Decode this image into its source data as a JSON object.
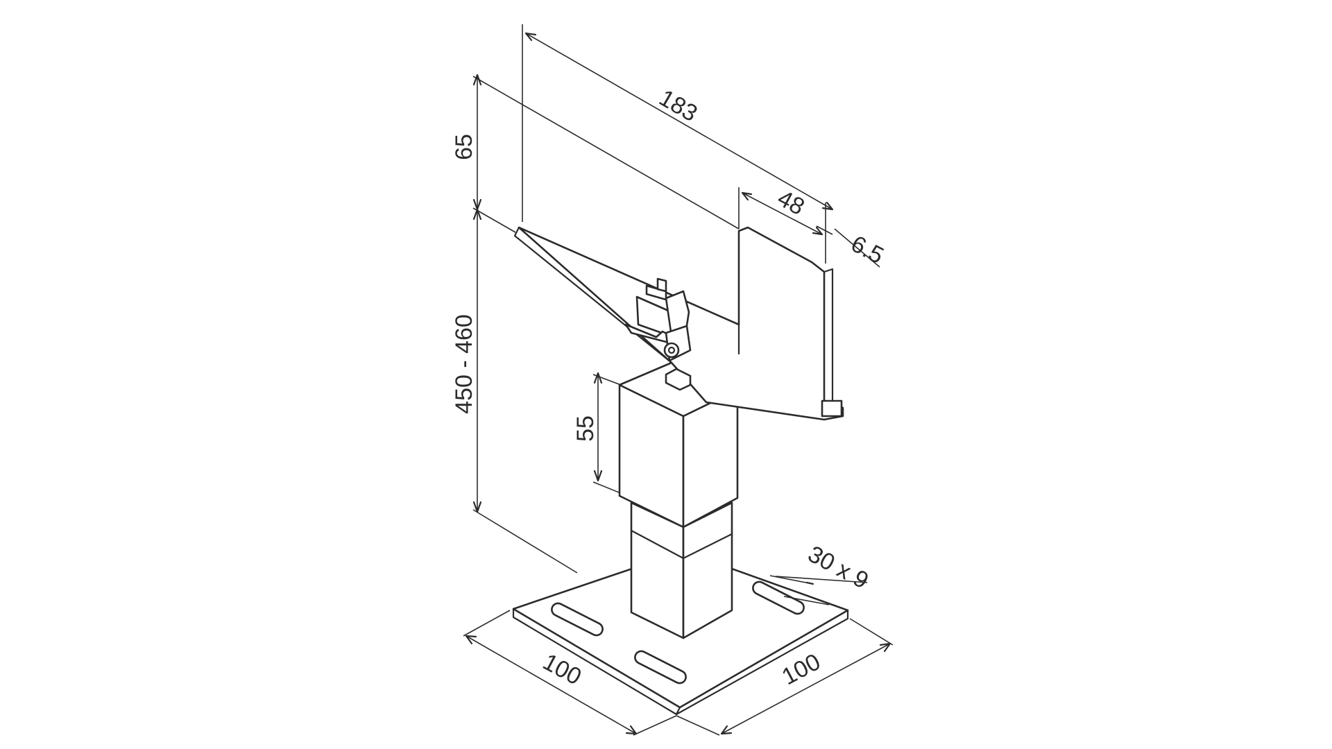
{
  "dimensions": {
    "arm_length": "183",
    "top_height": "65",
    "post_height": "450 - 460",
    "head_height": "55",
    "hook_width": "48",
    "hook_thickness": "6.5",
    "slot_size": "30 x 9",
    "base_length_left": "100",
    "base_length_right": "100"
  }
}
